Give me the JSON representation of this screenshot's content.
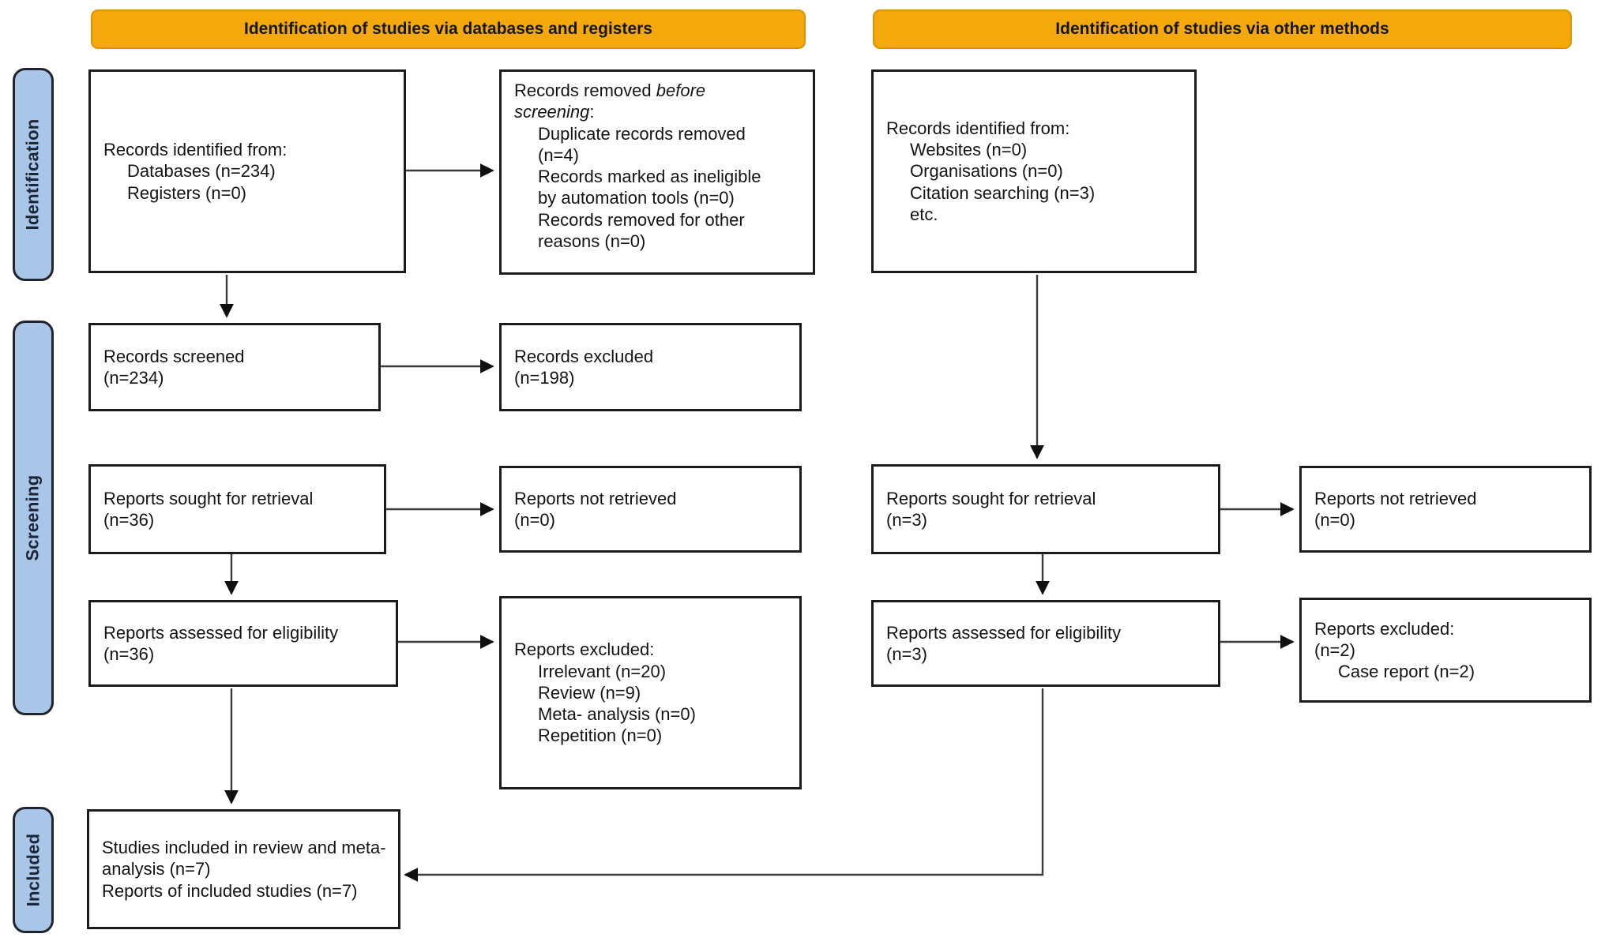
{
  "banners": {
    "databases": "Identification of studies via databases and registers",
    "other": "Identification of studies via other methods"
  },
  "stages": {
    "identification": "Identification",
    "screening": "Screening",
    "included": "Included"
  },
  "colors": {
    "banner_fill": "#F5A80C",
    "banner_border": "#DD9403",
    "stage_fill": "#A9C5E8",
    "box_border": "#1b1b1b",
    "arrow": "#3c3c3c"
  },
  "left_flow": {
    "records_identified": {
      "title": "Records identified from:",
      "items": [
        "Databases (n=234)",
        "Registers (n=0)"
      ]
    },
    "records_removed": {
      "prefix": "Records removed ",
      "italic": "before screening",
      "suffix": ":",
      "items": [
        "Duplicate records removed (n=4)",
        "Records marked as ineligible by automation tools (n=0)",
        "Records removed for other reasons (n=0)"
      ]
    },
    "records_screened": {
      "lines": [
        "Records screened",
        "(n=234)"
      ]
    },
    "records_excluded": {
      "lines": [
        "Records excluded",
        "(n=198)"
      ]
    },
    "reports_sought": {
      "lines": [
        "Reports sought for retrieval",
        "(n=36)"
      ]
    },
    "reports_not_retrieved": {
      "lines": [
        "Reports not retrieved",
        "(n=0)"
      ]
    },
    "reports_assessed": {
      "lines": [
        "Reports assessed for eligibility",
        "(n=36)"
      ]
    },
    "reports_excluded": {
      "title": "Reports excluded:",
      "items": [
        "Irrelevant (n=20)",
        "Review (n=9)",
        "Meta- analysis (n=0)",
        "Repetition (n=0)"
      ]
    },
    "studies_included": {
      "lines": [
        "Studies included in review and meta-analysis (n=7)",
        "Reports of included studies (n=7)"
      ]
    }
  },
  "other_flow": {
    "records_identified": {
      "title": "Records identified from:",
      "items": [
        "Websites (n=0)",
        "Organisations (n=0)",
        "Citation searching (n=3)",
        "etc."
      ]
    },
    "reports_sought": {
      "lines": [
        "Reports sought for retrieval",
        "(n=3)"
      ]
    },
    "reports_not_retrieved": {
      "lines": [
        "Reports not retrieved",
        "(n=0)"
      ]
    },
    "reports_assessed": {
      "lines": [
        "Reports assessed for eligibility",
        "(n=3)"
      ]
    },
    "reports_excluded": {
      "title": "Reports excluded:",
      "subtitle": "(n=2)",
      "items": [
        "Case report (n=2)"
      ]
    }
  }
}
